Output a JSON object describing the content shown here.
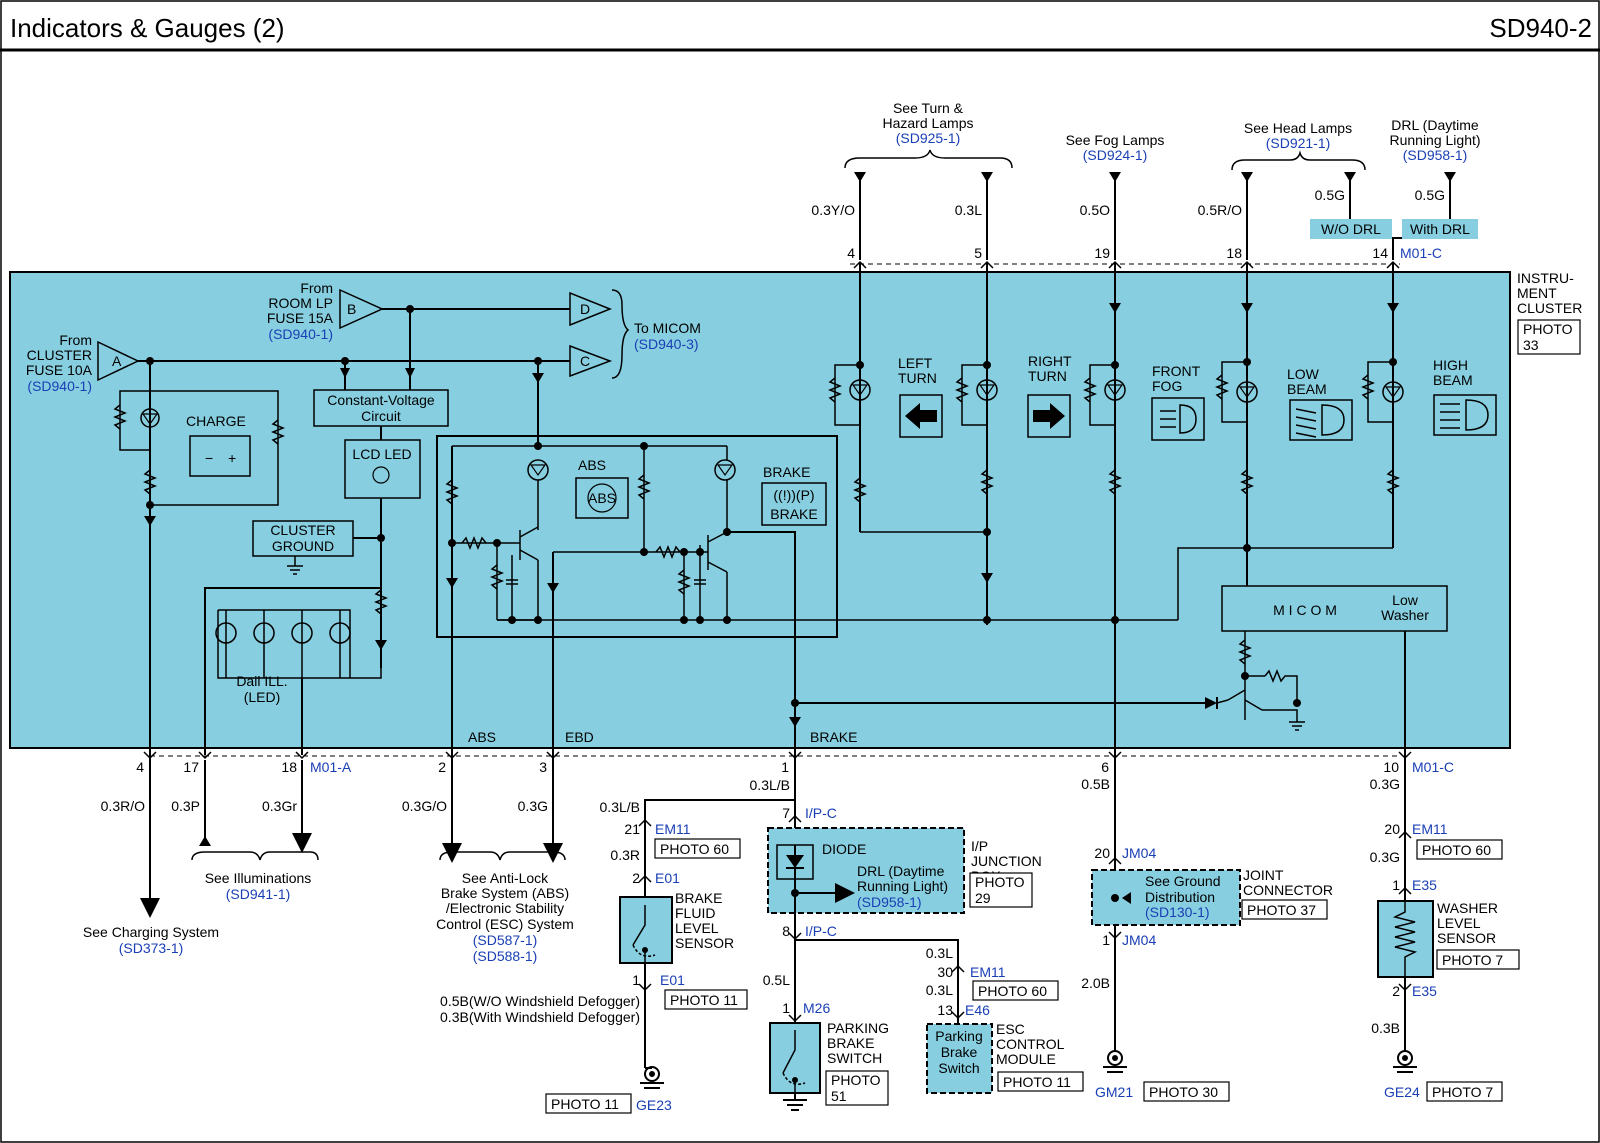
{
  "header": {
    "title": "Indicators & Gauges (2)",
    "code": "SD940-2"
  },
  "colors": {
    "cluster_fill": "#87cfe0",
    "ref_blue": "#1a3fb5",
    "wire": "#000000",
    "tag_fill": "#87cfe0"
  },
  "top": {
    "turn": {
      "line1": "See Turn &",
      "line2": "Hazard Lamps",
      "ref": "(SD925-1)"
    },
    "fog": {
      "line1": "See Fog Lamps",
      "ref": "(SD924-1)"
    },
    "head": {
      "line1": "See Head Lamps",
      "ref": "(SD921-1)"
    },
    "drl": {
      "line1": "DRL (Daytime",
      "line2": "Running Light)",
      "ref": "(SD958-1)"
    },
    "wires": {
      "w4": "0.3Y/O",
      "w5": "0.3L",
      "w19": "0.5O",
      "w18": "0.5R/O",
      "w_wo": "0.5G",
      "w_with": "0.5G"
    },
    "pins": {
      "p4": "4",
      "p5": "5",
      "p19": "19",
      "p18": "18",
      "p14": "14"
    },
    "connector": "M01-C",
    "tags": {
      "wo": "W/O DRL",
      "with": "With DRL"
    }
  },
  "cluster": {
    "label": {
      "l1": "INSTRU-",
      "l2": "MENT",
      "l3": "CLUSTER"
    },
    "photo": {
      "l1": "PHOTO",
      "l2": "33"
    },
    "fuseA": {
      "l1": "From",
      "l2": "CLUSTER",
      "l3": "FUSE 10A",
      "ref": "(SD940-1)",
      "letter": "A"
    },
    "fuseB": {
      "l1": "From",
      "l2": "ROOM LP",
      "l3": "FUSE 15A",
      "ref": "(SD940-1)",
      "letter": "B"
    },
    "micom_c": "C",
    "micom_d": "D",
    "to_micom": "To MICOM",
    "to_micom_ref": "(SD940-3)",
    "charge": "CHARGE",
    "const_v": {
      "l1": "Constant-Voltage",
      "l2": "Circuit"
    },
    "lcd_led": "LCD LED",
    "cluster_ground": {
      "l1": "CLUSTER",
      "l2": "GROUND"
    },
    "dail": {
      "l1": "Dail ILL.",
      "l2": "(LED)"
    },
    "abs": "ABS",
    "abs_icon": "ABS",
    "brake": "BRAKE",
    "brake_icon_label": "BRAKE",
    "left_turn": {
      "l1": "LEFT",
      "l2": "TURN"
    },
    "right_turn": {
      "l1": "RIGHT",
      "l2": "TURN"
    },
    "front_fog": {
      "l1": "FRONT",
      "l2": "FOG"
    },
    "low_beam": {
      "l1": "LOW",
      "l2": "BEAM"
    },
    "high_beam": {
      "l1": "HIGH",
      "l2": "BEAM"
    },
    "micom": "M I C O M",
    "low_washer": {
      "l1": "Low",
      "l2": "Washer"
    },
    "out_abs": "ABS",
    "out_ebd": "EBD",
    "out_brake": "BRAKE"
  },
  "bottom": {
    "pins": {
      "p4": "4",
      "p17": "17",
      "p18": "18",
      "p2": "2",
      "p3": "3",
      "p1": "1",
      "p6": "6",
      "p10": "10"
    },
    "conn_left": "M01-A",
    "conn_right": "M01-C",
    "wires": {
      "w4": "0.3R/O",
      "w17": "0.3P",
      "w18": "0.3Gr",
      "w2": "0.3G/O",
      "w3": "0.3G",
      "w6": "0.5B",
      "w10": "0.3G"
    },
    "charging": {
      "l1": "See Charging System",
      "ref": "(SD373-1)"
    },
    "illum": {
      "l1": "See Illuminations",
      "ref": "(SD941-1)"
    },
    "abs_ref": {
      "l1": "See Anti-Lock",
      "l2": "Brake System (ABS)",
      "l3": "/Electronic Stability",
      "l4": "Control (ESC) System",
      "ref1": "(SD587-1)",
      "ref2": "(SD588-1)"
    },
    "brake_wire_top": "0.3L/B",
    "brake_wire_left": "0.3L/B",
    "em11_a": {
      "pin": "21",
      "conn": "EM11",
      "photo": "PHOTO 60"
    },
    "w_03r": "0.3R",
    "e01_top": {
      "pin": "2",
      "conn": "E01"
    },
    "e01_bot": {
      "pin": "1",
      "conn": "E01",
      "photo": "PHOTO 11"
    },
    "bfl_sensor": {
      "l1": "BRAKE",
      "l2": "FLUID",
      "l3": "LEVEL",
      "l4": "SENSOR"
    },
    "ground_note": {
      "l1": "0.5B(W/O Windshield Defogger)",
      "l2": "0.3B(With Windshield Defogger)"
    },
    "ge23": {
      "conn": "GE23",
      "photo": "PHOTO 11"
    },
    "ipc_top": {
      "pin": "7",
      "conn": "I/P-C"
    },
    "ipc_bot": {
      "pin": "8",
      "conn": "I/P-C"
    },
    "diode": "DIODE",
    "drl_box": {
      "l1": "DRL (Daytime",
      "l2": "Running Light)",
      "ref": "(SD958-1)"
    },
    "ip_jb": {
      "l1": "I/P",
      "l2": "JUNCTION",
      "l3": "BOX",
      "photo1": "PHOTO",
      "photo2": "29"
    },
    "w_05l": "0.5L",
    "m26": {
      "pin": "1",
      "conn": "M26"
    },
    "pbs": {
      "l1": "PARKING",
      "l2": "BRAKE",
      "l3": "SWITCH",
      "photo1": "PHOTO",
      "photo2": "51"
    },
    "w_03l_a": "0.3L",
    "w_03l_b": "0.3L",
    "em11_b": {
      "pin": "30",
      "conn": "EM11",
      "photo": "PHOTO 60"
    },
    "e46": {
      "pin": "13",
      "conn": "E46"
    },
    "esc_sw": {
      "l1": "Parking",
      "l2": "Brake",
      "l3": "Switch"
    },
    "esc_mod": {
      "l1": "ESC",
      "l2": "CONTROL",
      "l3": "MODULE",
      "photo": "PHOTO 11"
    },
    "jm04_top": {
      "pin": "20",
      "conn": "JM04"
    },
    "jm04_bot": {
      "pin": "1",
      "conn": "JM04"
    },
    "ground_dist": {
      "l1": "See Ground",
      "l2": "Distribution",
      "ref": "(SD130-1)"
    },
    "joint": {
      "l1": "JOINT",
      "l2": "CONNECTOR",
      "photo": "PHOTO 37"
    },
    "w_20b": "2.0B",
    "gm21": {
      "conn": "GM21",
      "photo": "PHOTO 30"
    },
    "em11_c": {
      "pin": "20",
      "conn": "EM11",
      "photo": "PHOTO 60"
    },
    "w_03g_b": "0.3G",
    "e35_top": {
      "pin": "1",
      "conn": "E35"
    },
    "e35_bot": {
      "pin": "2",
      "conn": "E35"
    },
    "washer": {
      "l1": "WASHER",
      "l2": "LEVEL",
      "l3": "SENSOR",
      "photo": "PHOTO 7"
    },
    "w_03b": "0.3B",
    "ge24": {
      "conn": "GE24",
      "photo": "PHOTO 7"
    }
  }
}
